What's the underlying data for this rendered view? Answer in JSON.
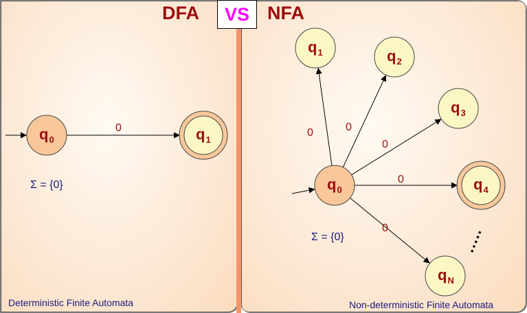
{
  "header": {
    "left_title": "DFA",
    "vs_label": "VS",
    "right_title": "NFA"
  },
  "colors": {
    "title": "#9c0c0c",
    "vs": "#ff00ff",
    "start_state_fill": "#f8c79a",
    "state_fill": "#fbf7c4",
    "divider": "#f4946a",
    "caption": "#1a1a7a"
  },
  "dfa": {
    "caption": "Deterministic Finite Automata",
    "alphabet": "Σ = {0}",
    "states": [
      {
        "id": "q0",
        "base": "q",
        "sub": "0",
        "start": true,
        "accept": false
      },
      {
        "id": "q1",
        "base": "q",
        "sub": "1",
        "start": false,
        "accept": true
      }
    ],
    "transitions": [
      {
        "from": "q0",
        "to": "q1",
        "symbol": "0"
      }
    ]
  },
  "nfa": {
    "caption": "Non-deterministic Finite Automata",
    "alphabet": "Σ = {0}",
    "ellipsis": "·····",
    "states": [
      {
        "id": "q0",
        "base": "q",
        "sub": "0",
        "start": true,
        "accept": false
      },
      {
        "id": "q1",
        "base": "q",
        "sub": "1",
        "start": false,
        "accept": false
      },
      {
        "id": "q2",
        "base": "q",
        "sub": "2",
        "start": false,
        "accept": false
      },
      {
        "id": "q3",
        "base": "q",
        "sub": "3",
        "start": false,
        "accept": false
      },
      {
        "id": "q4",
        "base": "q",
        "sub": "4",
        "start": false,
        "accept": true
      },
      {
        "id": "qN",
        "base": "q",
        "sub": "N",
        "start": false,
        "accept": false
      }
    ],
    "transitions": [
      {
        "from": "q0",
        "to": "q1",
        "symbol": "0"
      },
      {
        "from": "q0",
        "to": "q2",
        "symbol": "0"
      },
      {
        "from": "q0",
        "to": "q3",
        "symbol": "0"
      },
      {
        "from": "q0",
        "to": "q4",
        "symbol": "0"
      },
      {
        "from": "q0",
        "to": "qN",
        "symbol": "0"
      }
    ]
  }
}
